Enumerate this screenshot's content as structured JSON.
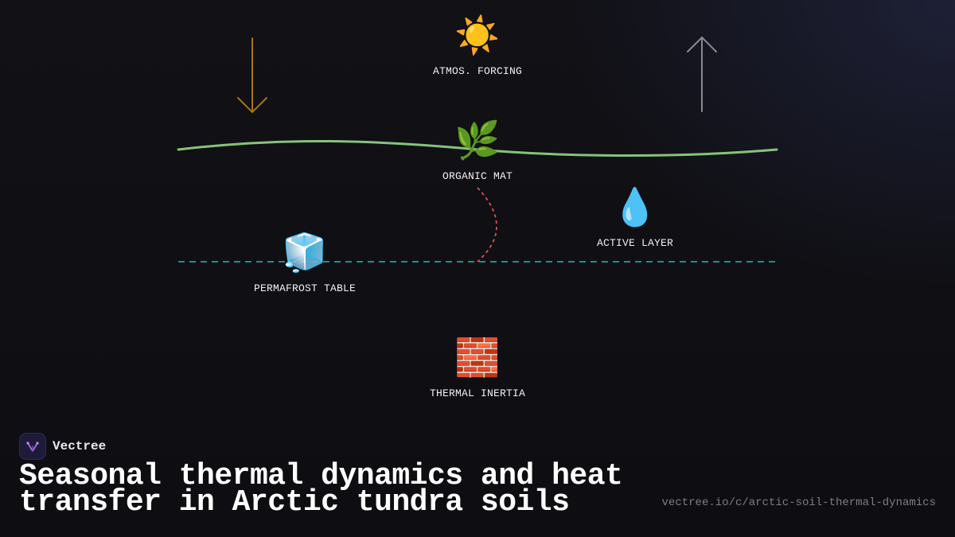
{
  "diagram": {
    "nodes": {
      "forcing": {
        "label": "ATMOS. FORCING",
        "icon": "sun-icon",
        "emoji": "☀️"
      },
      "organic": {
        "label": "ORGANIC MAT",
        "icon": "herb-icon",
        "emoji": "🌿"
      },
      "active": {
        "label": "ACTIVE LAYER",
        "icon": "droplet-icon",
        "emoji": "💧"
      },
      "permafrost": {
        "label": "PERMAFROST TABLE",
        "icon": "ice-cube-icon",
        "emoji": "🧊"
      },
      "thermal": {
        "label": "THERMAL INERTIA",
        "icon": "brick-icon",
        "emoji": "🧱"
      }
    },
    "colors": {
      "downward_arrow": "#a8731a",
      "upward_arrow": "#8a8a92",
      "ground_surface": "#86c47a",
      "permafrost_line": "#1a8f92",
      "connector": "#e0505a"
    }
  },
  "footer": {
    "brand_name": "Vectree",
    "brand_icon": "vectree-logo-icon",
    "title": "Seasonal thermal dynamics and heat transfer in Arctic tundra soils",
    "url": "vectree.io/c/arctic-soil-thermal-dynamics"
  }
}
